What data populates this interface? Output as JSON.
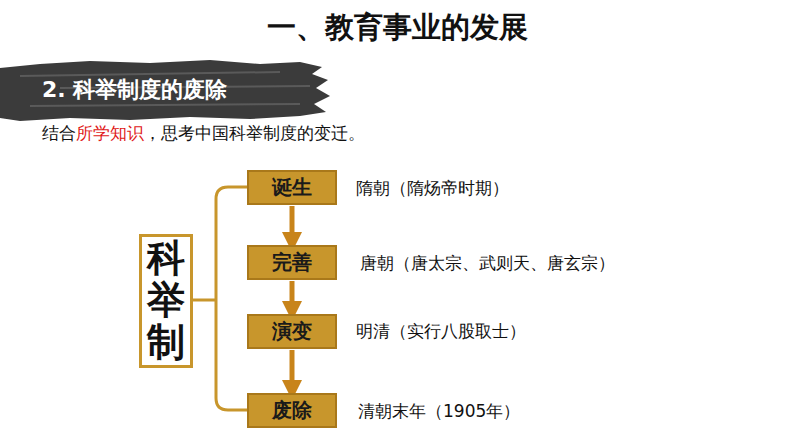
{
  "diagram": {
    "title": "一、教育事业的发展",
    "nodes": [
      {
        "text": [
          "2. 科举制度的废除"
        ]
      },
      {
        "text": [
          "科举制"
        ]
      },
      {
        "text": [
          "诞生"
        ]
      },
      {
        "text": [
          "完善"
        ]
      },
      {
        "text": [
          "演变"
        ]
      },
      {
        "text": [
          "废除"
        ]
      }
    ],
    "edges": [
      {
        "from": 2,
        "to": 3,
        "arrow": "to"
      },
      {
        "from": 3,
        "to": 4,
        "arrow": "to"
      },
      {
        "from": 4,
        "to": 5,
        "arrow": "to"
      }
    ],
    "labels": [
      "结合",
      "所学知识",
      "，思考中国科举制度的变迁。",
      "隋朝（隋炀帝时期）",
      "唐朝（唐太宗、武则天、唐玄宗）",
      "明清（实行八股取士）",
      "清朝末年（1905年）"
    ]
  }
}
